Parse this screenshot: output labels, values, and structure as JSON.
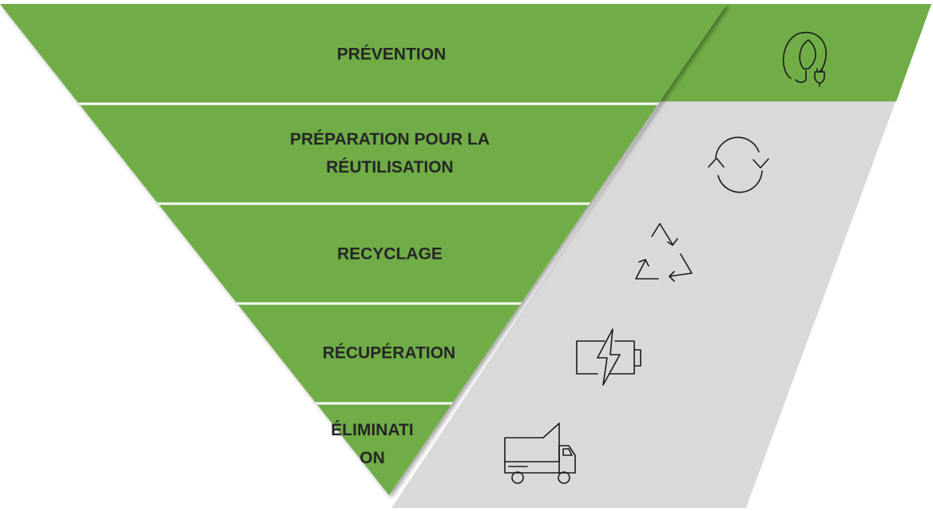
{
  "diagram": {
    "type": "inverted-pyramid",
    "colors": {
      "green": "#70AD47",
      "band": "#D9D9D9",
      "separator": "#FFFFFF",
      "text": "#262626",
      "icon_stroke": "#1A1A1A"
    },
    "levels": [
      {
        "lines": [
          "PRÉVENTION"
        ],
        "icon": "leaf-plug-icon"
      },
      {
        "lines": [
          "PRÉPARATION POUR LA",
          "RÉUTILISATION"
        ],
        "icon": "cycle-arrows-icon"
      },
      {
        "lines": [
          "RECYCLAGE"
        ],
        "icon": "recycle-icon"
      },
      {
        "lines": [
          "RÉCUPÉRATION"
        ],
        "icon": "battery-charging-icon"
      },
      {
        "lines": [
          "ÉLIMINATI",
          "ON"
        ],
        "icon": "dump-truck-icon"
      }
    ]
  }
}
